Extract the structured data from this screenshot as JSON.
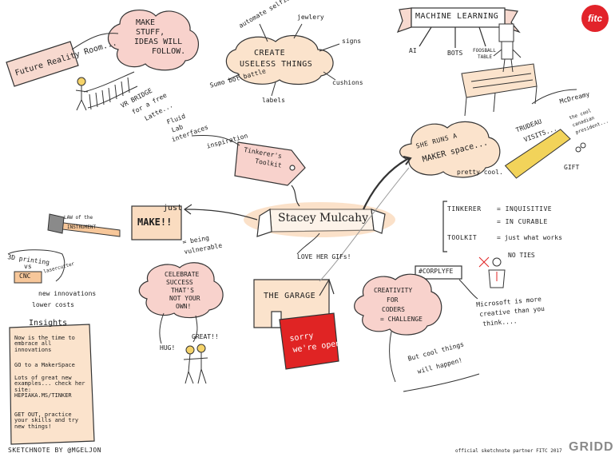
{
  "logo": {
    "text": "fitc",
    "color": "#e2232a"
  },
  "future_reality": {
    "text": "Future Reality Room..."
  },
  "make_stuff": {
    "line1": "MAKE",
    "line2": "STUFF,",
    "line3": "IDEAS WILL",
    "line4": "FOLLOW."
  },
  "vr_bridge": {
    "line1": "VR BRIDGE",
    "line2": "for a free",
    "line3": "Latte..."
  },
  "create_useless": {
    "title_line1": "CREATE",
    "title_line2": "USELESS THINGS",
    "automate": "automate selfies",
    "jewlery": "jewlery",
    "signs": "signs",
    "cushions": "cushions",
    "labels": "labels",
    "sumo": "Sumo bot battle"
  },
  "machine_learning": {
    "banner": "MACHINE LEARNING",
    "ai": "AI",
    "bots": "BOTS",
    "foosball_line1": "FOOSBALL",
    "foosball_line2": "TABLE"
  },
  "fluid_lab": {
    "line1": "Fluid",
    "line2": "Lab",
    "line3": "interfaces"
  },
  "inspiration": "inspiration",
  "toolkit": {
    "line1": "Tinkerer's",
    "line2": "Toolkit"
  },
  "maker_space": {
    "line1": "SHE RUNS A",
    "line2": "MAKER space...",
    "pretty": "pretty cool."
  },
  "trudeau": {
    "line1": "TRUDEAU",
    "line2": "VISITS...",
    "mcdreamy": "McDreamy",
    "canadian_line1": "the cool",
    "canadian_line2": "canadian",
    "canadian_line3": "president...",
    "gift": "GIFT"
  },
  "center": {
    "name": "Stacey Mulcahy",
    "love": "LOVE HER GIFs!"
  },
  "just_make": {
    "just": "just",
    "make": "MAKE!!",
    "vulnerable_line1": "= being",
    "vulnerable_line2": "vulnerable"
  },
  "law": {
    "line1": "LAW of the",
    "line2": "INSTRUMENT"
  },
  "printing": {
    "p3d_line1": "3D printing",
    "vs": "vs",
    "cnc": "CNC",
    "laser": "lasercutter"
  },
  "innovations": {
    "new": "new innovations",
    "lower": "lower costs"
  },
  "definitions": {
    "tinkerer": "TINKERER",
    "tinkerer_def": "= INQUISITIVE",
    "incurable": "= IN CURABLE",
    "toolkit": "TOOLKIT",
    "toolkit_def": "= just what works"
  },
  "no_ties": "NO TIES",
  "hashtag": "#CORPLYFE",
  "microsoft": {
    "line1": "Microsoft is more",
    "line2": "creative than you",
    "line3": "think...."
  },
  "celebrate": {
    "line1": "CELEBRATE",
    "line2": "SUCCESS",
    "line3": "THAT'S",
    "line4": "NOT YOUR",
    "line5": "OWN!"
  },
  "hug": "HUG!",
  "great": "GREAT!!",
  "garage": {
    "title": "THE GARAGE",
    "sign_line1": "sorry",
    "sign_line2": "we're open!",
    "sign_color": "#e02424"
  },
  "creativity": {
    "line1": "CREATIVITY",
    "line2": "FOR",
    "line3": "CODERS",
    "line4": "= CHALLENGE"
  },
  "cool_things": {
    "line1": "But cool things",
    "line2": "will happen!"
  },
  "insights": {
    "title": "Insights",
    "items": [
      "Now is the time to embrace all innovations",
      "GO to a MakerSpace",
      "Lots of great new examples... check her site: HEPIAKA.MS/TINKER",
      "GET OUT, practice your skills and try new things!"
    ]
  },
  "footer": {
    "left": "SKETCHNOTE BY @MGELJON",
    "right": "official sketchnote partner FITC 2017",
    "brand": "GRIDD"
  },
  "accent": {
    "orange": "#f7c79a",
    "pink": "#f2c9c4",
    "yellow": "#f2d35a"
  }
}
